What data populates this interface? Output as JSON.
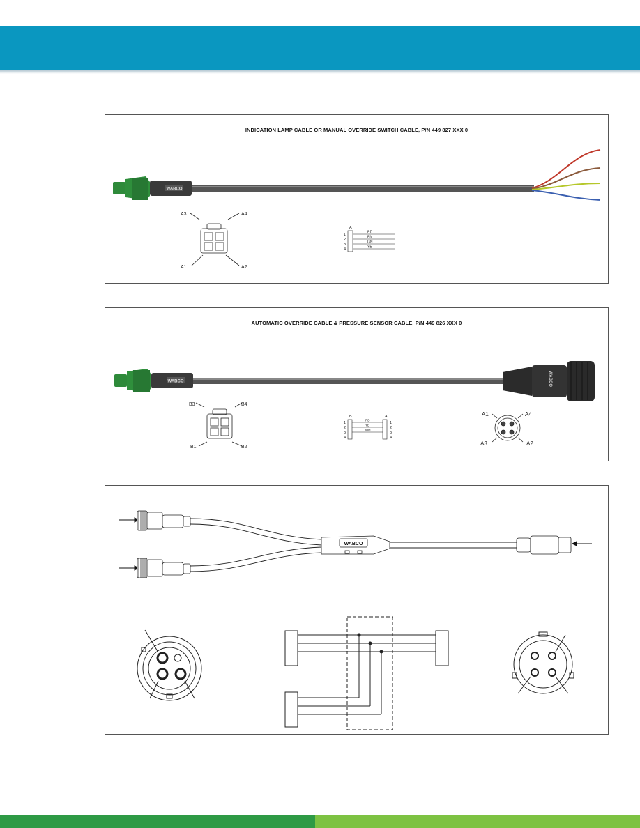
{
  "header": {
    "color": "#0a97c0"
  },
  "footer": {
    "left_color": "#2e9a45",
    "right_color": "#7dc242"
  },
  "panel1": {
    "title": "INDICATION LAMP CABLE OR MANUAL OVERRIDE SWITCH CABLE, P/N 449 827 XXX 0",
    "brand": "WABCO",
    "pin_labels": {
      "a3": "A3",
      "a4": "A4",
      "a1": "A1",
      "a2": "A2"
    },
    "wiring": {
      "connector": "A",
      "pins": [
        "1",
        "2",
        "3",
        "4"
      ],
      "wires": [
        "RD",
        "BN",
        "GN",
        "YE"
      ]
    },
    "wire_colors": [
      "#c0392b",
      "#8b5a3c",
      "#b5c72a",
      "#3a5fb0"
    ]
  },
  "panel2": {
    "title": "AUTOMATIC OVERRIDE CABLE & PRESSURE SENSOR CABLE, P/N 449 826 XXX 0",
    "brand": "WABCO",
    "pin_labels_b": {
      "b3": "B3",
      "b4": "B4",
      "b1": "B1",
      "b2": "B2"
    },
    "pin_labels_a": {
      "a1": "A1",
      "a4": "A4",
      "a3": "A3",
      "a2": "A2"
    },
    "wiring": {
      "left_connector": "B",
      "right_connector": "A",
      "left_pins": [
        "1",
        "2",
        "3",
        "4"
      ],
      "right_pins": [
        "1",
        "2",
        "3",
        "4"
      ],
      "wires": [
        "RD",
        "YE",
        "WH",
        ""
      ]
    }
  },
  "panel3": {
    "brand": "WABCO"
  }
}
